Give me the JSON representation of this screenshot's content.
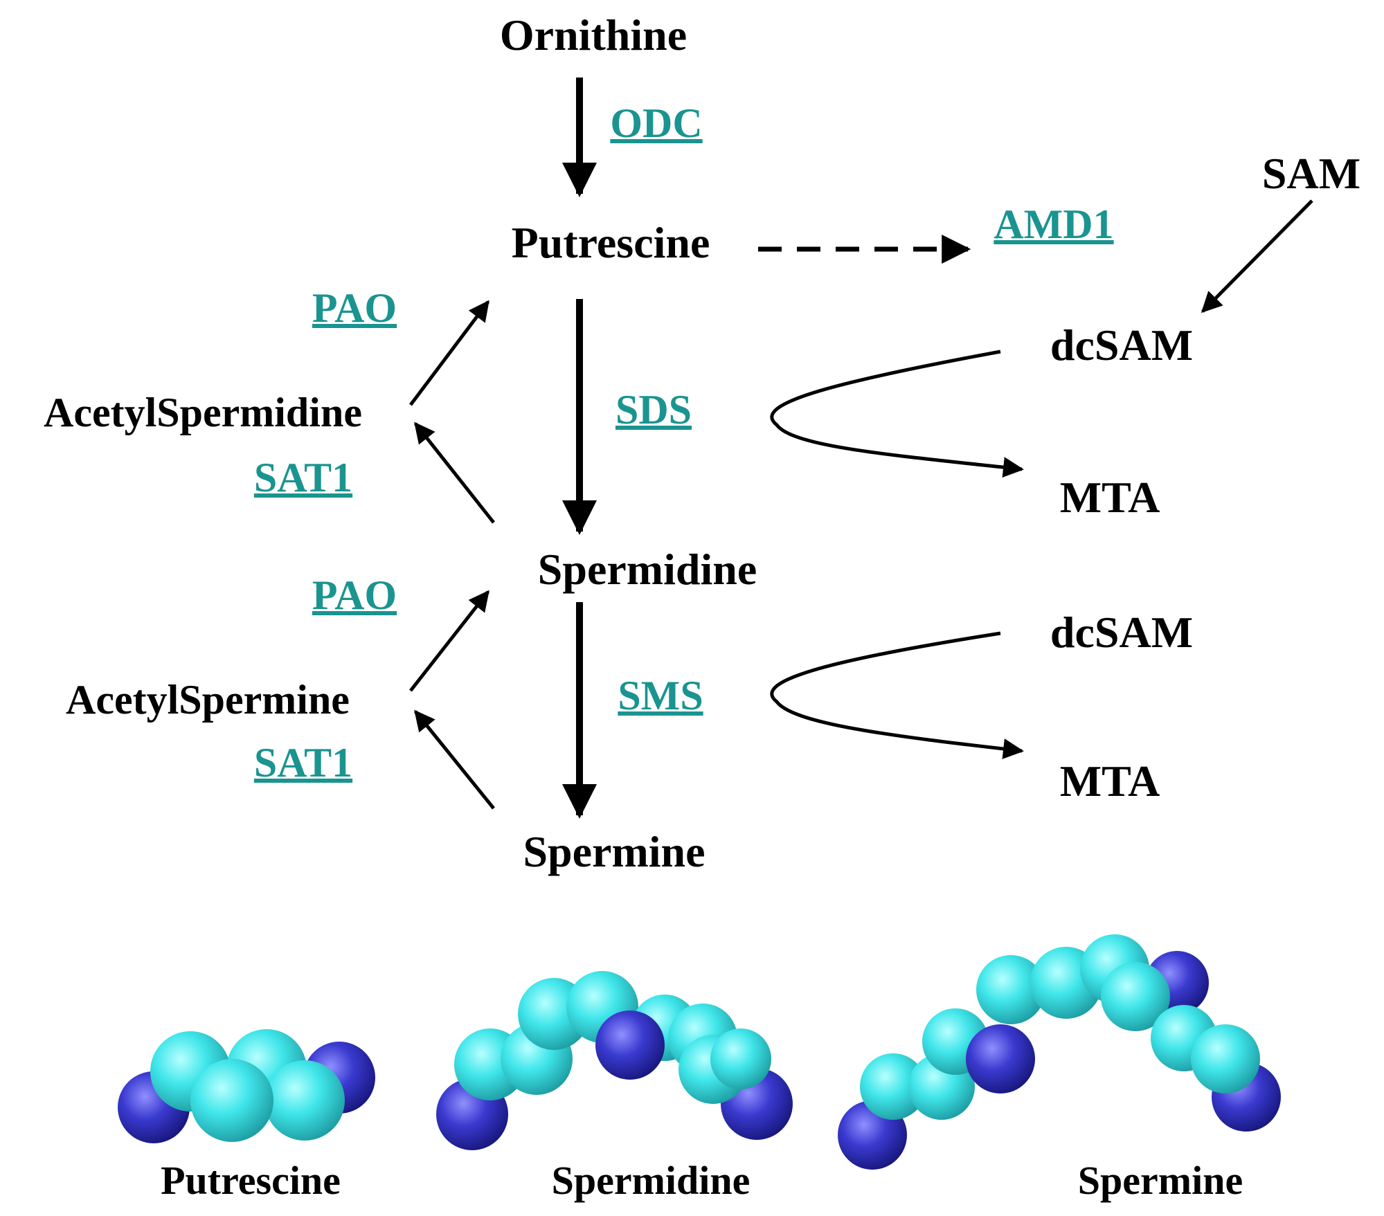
{
  "colors": {
    "enzyme": "#1a9490",
    "carbon_atom": "#38e2e6",
    "nitrogen_atom": "#3434c8",
    "text": "#000000"
  },
  "metabolites": {
    "ornithine": "Ornithine",
    "putrescine": "Putrescine",
    "spermidine": "Spermidine",
    "spermine": "Spermine",
    "sam": "SAM",
    "dcsam_1": "dcSAM",
    "mta_1": "MTA",
    "dcsam_2": "dcSAM",
    "mta_2": "MTA",
    "acetylspermidine": "AcetylSpermidine",
    "acetylspermine": "AcetylSpermine"
  },
  "enzymes": {
    "odc": "ODC",
    "amd1": "AMD1",
    "sds": "SDS",
    "sms": "SMS",
    "pao_1": "PAO",
    "sat1_1": "SAT1",
    "pao_2": "PAO",
    "sat1_2": "SAT1"
  },
  "structures": {
    "putrescine_label": "Putrescine",
    "spermidine_label": "Spermidine",
    "spermine_label": "Spermine"
  }
}
